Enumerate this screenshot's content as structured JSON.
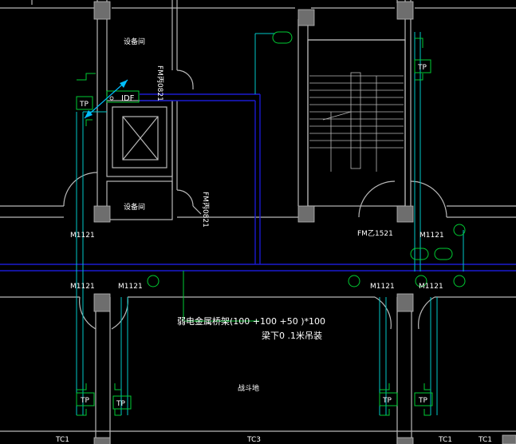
{
  "colors": {
    "background": "#000000",
    "wall": "#b8b8b8",
    "column": "#6e6e6e",
    "tray": "#1a1acf",
    "cable": "#00c8c8",
    "device": "#00cc33",
    "text": "#ffffff",
    "arrow": "#00bfff"
  },
  "labels": {
    "equipment_room_top": "设备间",
    "equipment_room_bottom": "设备间",
    "door_fm_top": "FM丙0821",
    "door_fm_bottom": "FM丙0821",
    "door_fm_stair": "FM乙1521",
    "door_m_left_upper": "M1121",
    "door_m_right_upper": "M1121",
    "door_m_lower_1": "M1121",
    "door_m_lower_2": "M1121",
    "door_m_lower_3": "M1121",
    "door_m_lower_4": "M1121",
    "idf": "IDF",
    "tp_upper_left": "TP",
    "tp_upper_right": "TP",
    "tp_lower_1": "TP",
    "tp_lower_2": "TP",
    "tp_lower_3": "TP",
    "tp_lower_4": "TP",
    "tray_note_line1": "弱电金属桥架(100 +100 +50 )*100",
    "tray_note_line2": "梁下0 .1米吊装",
    "hall": "战斗地",
    "tc_1": "TC1",
    "tc_2": "TC3",
    "tc_3": "TC1",
    "tc_4": "TC1"
  }
}
